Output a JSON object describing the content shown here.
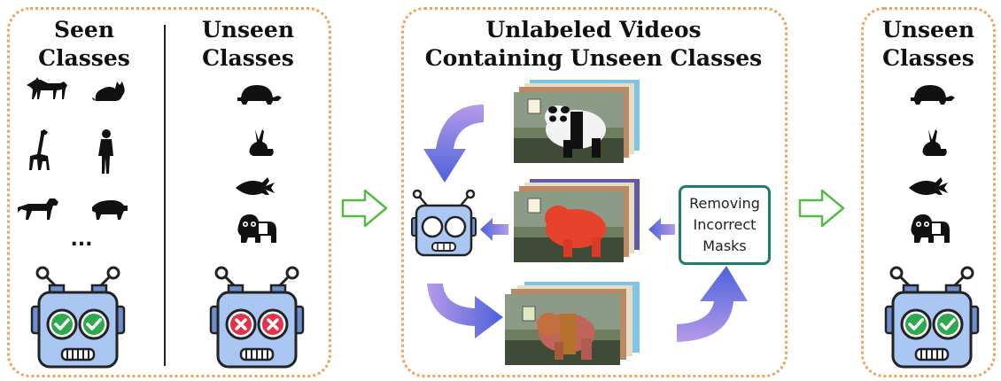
{
  "panel_left": {
    "seen_title_line1": "Seen",
    "seen_title_line2": "Classes",
    "unseen_title_line1": "Unseen",
    "unseen_title_line2": "Classes",
    "ellipsis": "..."
  },
  "panel_middle": {
    "title_line1": "Unlabeled Videos",
    "title_line2": "Containing Unseen Classes",
    "remove_box_line1": "Removing",
    "remove_box_line2": "Incorrect",
    "remove_box_line3": "Masks"
  },
  "panel_right": {
    "title_line1": "Unseen",
    "title_line2": "Classes"
  },
  "colors": {
    "panel_border": "#f2a257",
    "robot_body": "#aac6f3",
    "check_green": "#2fa84f",
    "cross_red": "#e2334b",
    "arrow_blue": "#5a6fe0",
    "arrow_light": "#b59ae8",
    "step_arrow": "#55bb44",
    "remove_box_border": "#1e7d6e"
  }
}
